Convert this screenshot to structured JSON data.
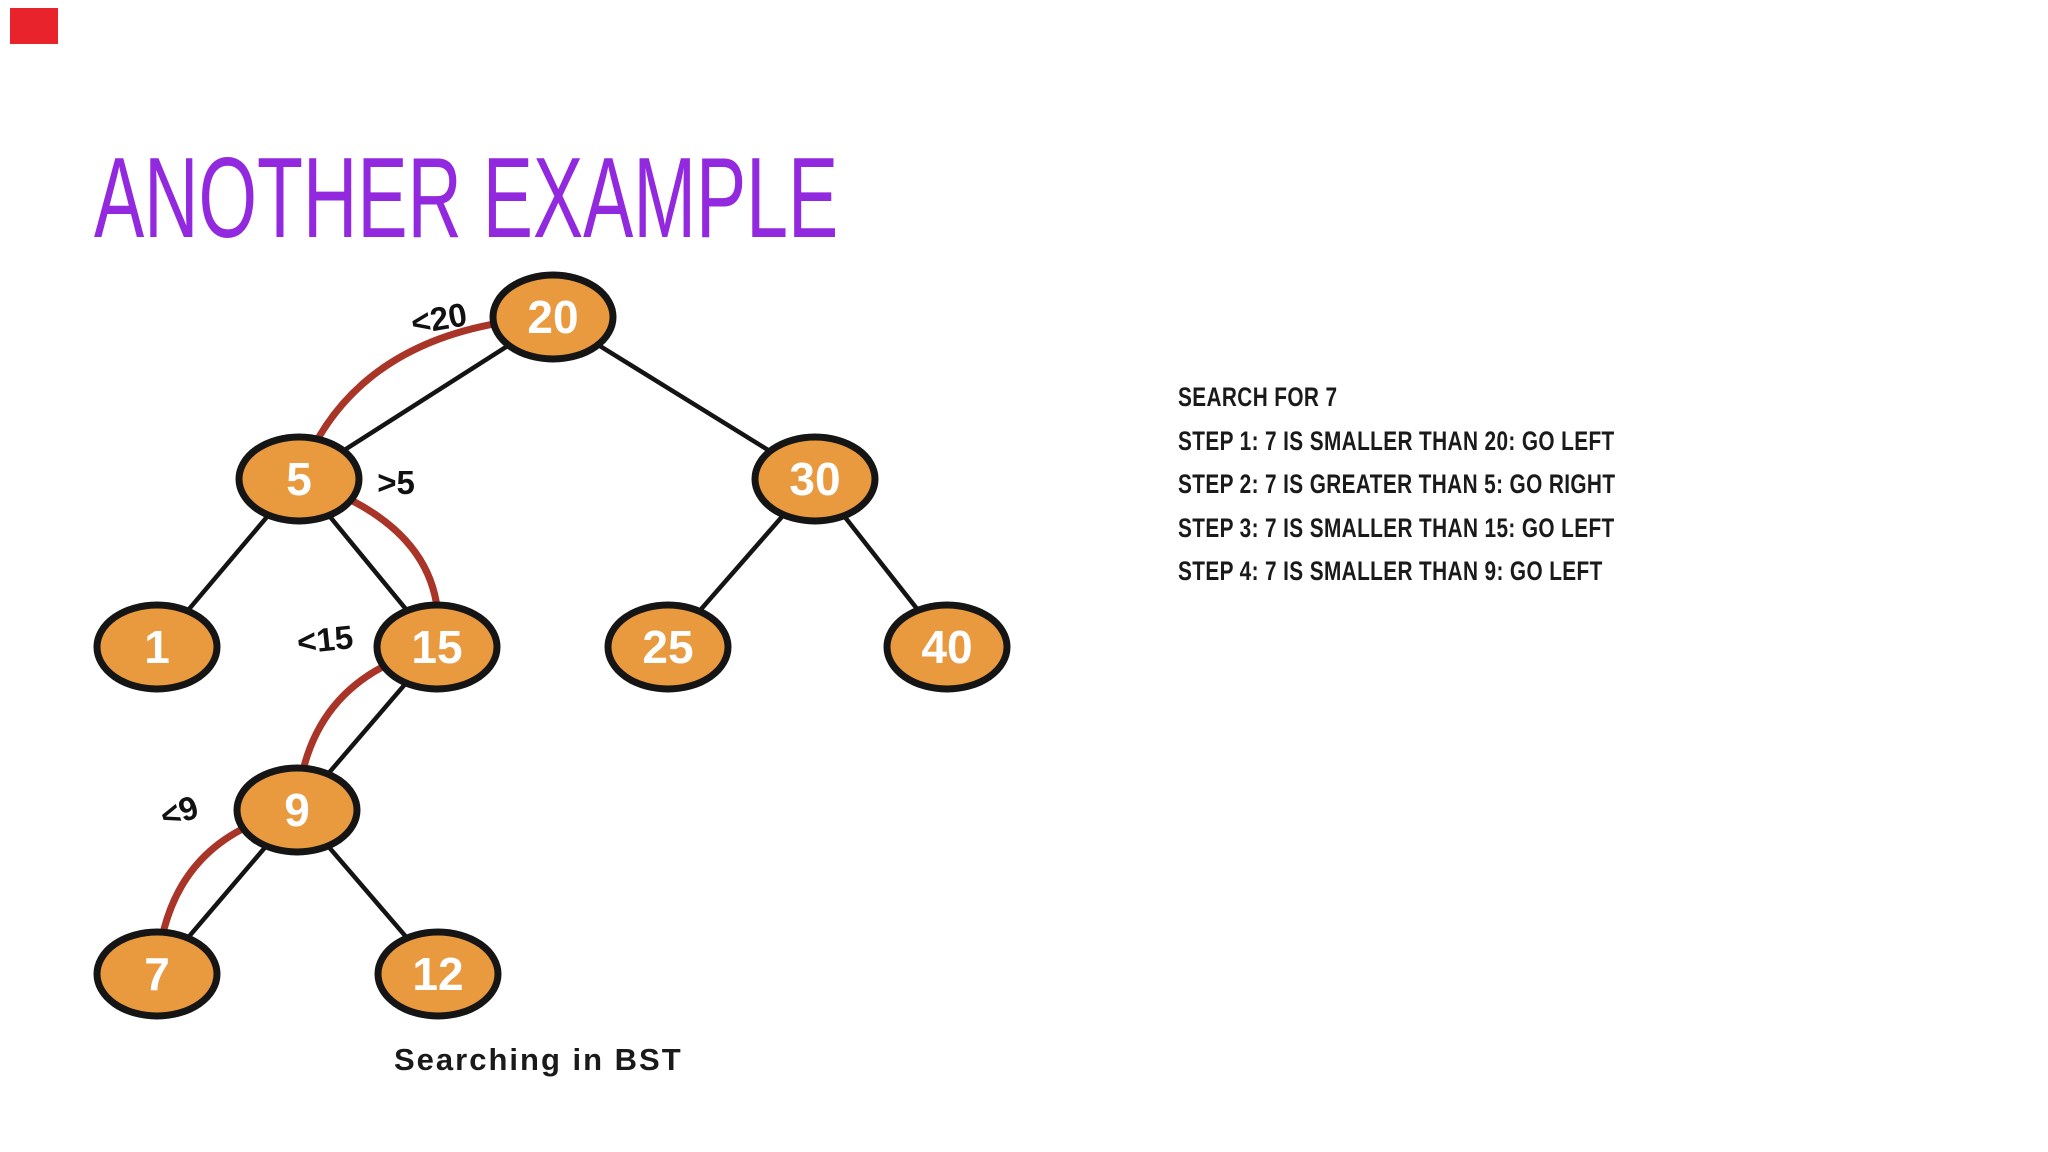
{
  "slide": {
    "title": "ANOTHER EXAMPLE",
    "caption": "Searching in BST"
  },
  "colors": {
    "title": "#9229de",
    "node_fill": "#e9993e",
    "node_border": "#151515",
    "edge": "#141414",
    "path_highlight": "#a93528",
    "marker_red": "#e8232b",
    "text": "#1a1a1a"
  },
  "tree": {
    "nodes": [
      {
        "value": "20"
      },
      {
        "value": "5"
      },
      {
        "value": "30"
      },
      {
        "value": "1"
      },
      {
        "value": "15"
      },
      {
        "value": "25"
      },
      {
        "value": "40"
      },
      {
        "value": "9"
      },
      {
        "value": "7"
      },
      {
        "value": "12"
      }
    ],
    "edge_labels": [
      {
        "text": "<20"
      },
      {
        "text": ">5"
      },
      {
        "text": "<15"
      },
      {
        "text": "<9"
      }
    ]
  },
  "steps": {
    "heading": "SEARCH FOR 7",
    "items": [
      "STEP 1: 7 IS SMALLER THAN 20: GO LEFT",
      "STEP 2: 7 IS GREATER THAN 5: GO RIGHT",
      "STEP 3: 7 IS SMALLER THAN 15: GO LEFT",
      "STEP 4: 7 IS SMALLER THAN 9: GO LEFT"
    ]
  }
}
